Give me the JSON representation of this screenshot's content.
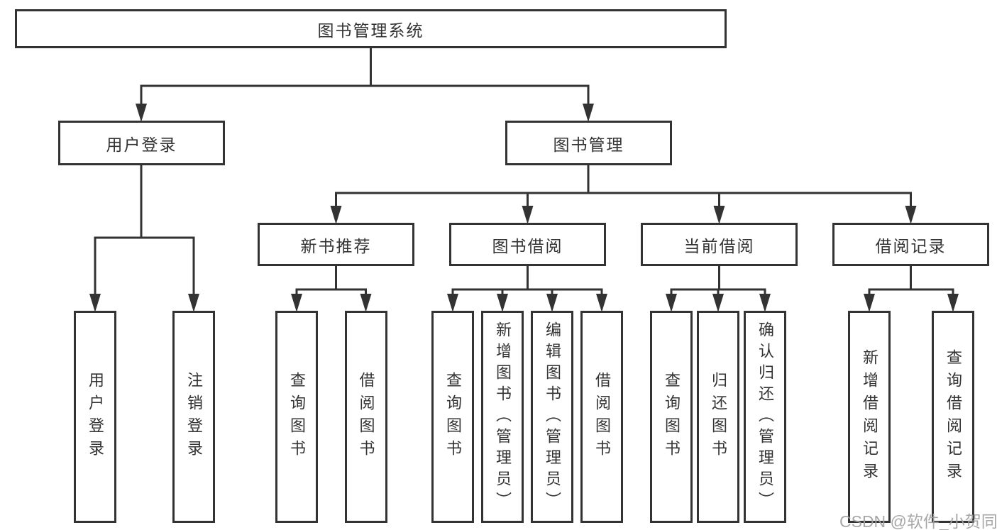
{
  "diagram": {
    "title": "图书管理系统",
    "tree": {
      "label": "图书管理系统",
      "children": [
        {
          "label": "用户登录",
          "children": [
            {
              "label": "用户登录"
            },
            {
              "label": "注销登录"
            }
          ]
        },
        {
          "label": "图书管理",
          "children": [
            {
              "label": "新书推荐",
              "children": [
                {
                  "label": "查询图书"
                },
                {
                  "label": "借阅图书"
                }
              ]
            },
            {
              "label": "图书借阅",
              "children": [
                {
                  "label": "查询图书"
                },
                {
                  "label": "新增图书（管理员）"
                },
                {
                  "label": "编辑图书（管理员）"
                },
                {
                  "label": "借阅图书"
                }
              ]
            },
            {
              "label": "当前借阅",
              "children": [
                {
                  "label": "查询图书"
                },
                {
                  "label": "归还图书"
                },
                {
                  "label": "确认归还（管理员）"
                }
              ]
            },
            {
              "label": "借阅记录",
              "children": [
                {
                  "label": "新增借阅记录"
                },
                {
                  "label": "查询借阅记录"
                }
              ]
            }
          ]
        }
      ]
    },
    "watermark": "CSDN @软件_小贺同学",
    "colors": {
      "line": "#333333",
      "box_border": "#333333",
      "text": "#333333",
      "watermark": "#a0a0a0",
      "background": "#ffffff"
    }
  }
}
